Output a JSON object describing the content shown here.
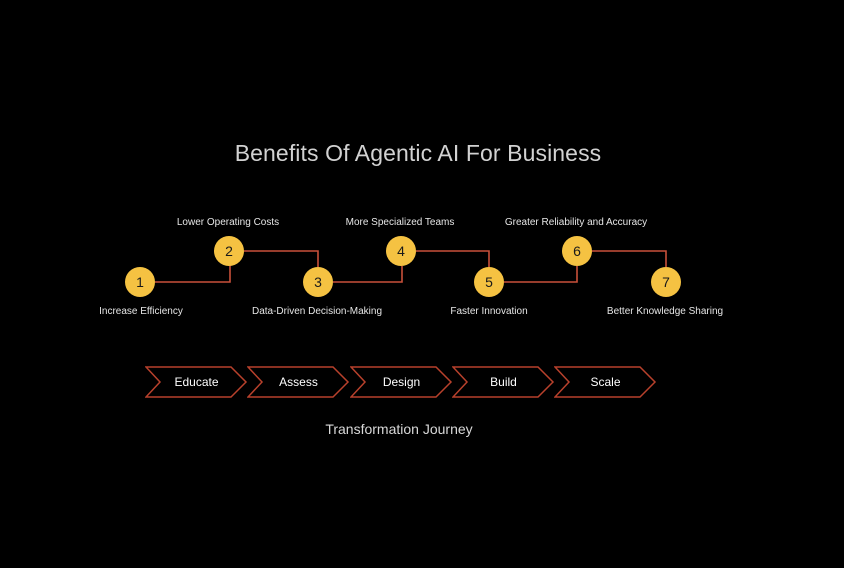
{
  "title": "Benefits Of Agentic AI For Business",
  "benefits": [
    {
      "number": "1",
      "label": "Increase Efficiency"
    },
    {
      "number": "2",
      "label": "Lower Operating Costs"
    },
    {
      "number": "3",
      "label": "Data-Driven Decision-Making"
    },
    {
      "number": "4",
      "label": "More Specialized Teams"
    },
    {
      "number": "5",
      "label": "Faster Innovation"
    },
    {
      "number": "6",
      "label": "Greater Reliability and Accuracy"
    },
    {
      "number": "7",
      "label": "Better Knowledge Sharing"
    }
  ],
  "phases": [
    "Educate",
    "Assess",
    "Design",
    "Build",
    "Scale"
  ],
  "caption": "Transformation Journey",
  "colors": {
    "background": "#000000",
    "node_fill": "#f5c242",
    "connector": "#c9503a",
    "phase_outline": "#b8412c"
  }
}
